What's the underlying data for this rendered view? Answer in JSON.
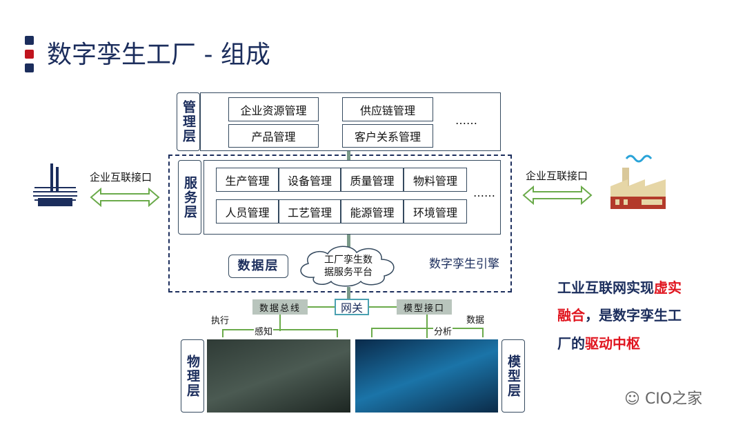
{
  "title": "数字孪生工厂 - 组成",
  "colors": {
    "navy": "#1b2d5c",
    "red": "#c0141e",
    "green": "#6aaa4a"
  },
  "management": {
    "label": "管理层",
    "items": [
      "企业资源管理",
      "产品管理",
      "供应链管理",
      "客户关系管理"
    ],
    "more": "……"
  },
  "service": {
    "label": "服务层",
    "row1": [
      "生产管理",
      "设备管理",
      "质量管理",
      "物料管理"
    ],
    "row2": [
      "人员管理",
      "工艺管理",
      "能源管理",
      "环境管理"
    ],
    "more": "……"
  },
  "data_layer": {
    "label": "数据层",
    "cloud_line1": "工厂孪生数",
    "cloud_line2": "据服务平台",
    "engine": "数字孪生引擎"
  },
  "gateway": {
    "bus": "数据总线",
    "gateway": "网关",
    "model_interface": "模型接口",
    "execute": "执行",
    "sense": "感知",
    "data": "数据",
    "analyze": "分析"
  },
  "physical": {
    "label": "物理层"
  },
  "model": {
    "label": "模型层"
  },
  "left_interface": "企业互联接口",
  "right_interface": "企业互联接口",
  "highlight": {
    "p1": "工业互联网实现",
    "r1": "虚实",
    "r2": "融合",
    "p2": "，是数字孪生工",
    "p3": "厂的",
    "r3": "驱动中枢"
  },
  "watermark": "CIO之家"
}
